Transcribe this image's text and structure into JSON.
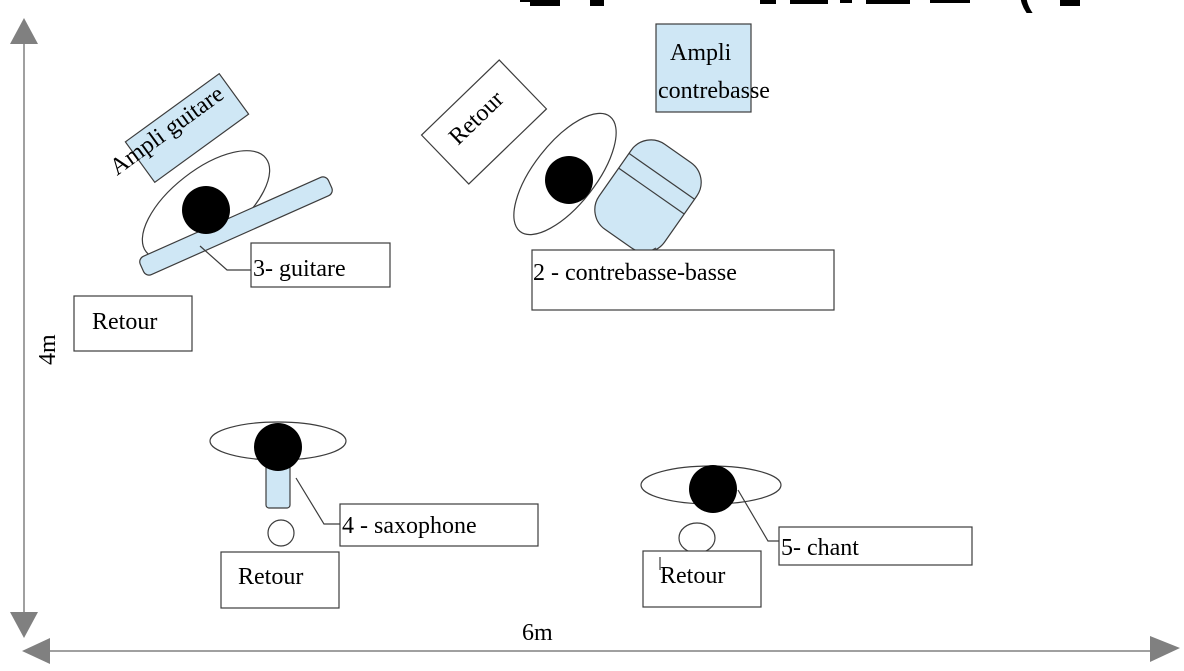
{
  "title_fragment": "(",
  "colors": {
    "equipment_fill": "#cfe7f5",
    "outline": "#3c3c3c",
    "axis": "#808080",
    "musician_head": "#000000"
  },
  "axes": {
    "height_label": "4m",
    "width_label": "6m"
  },
  "musicians": [
    {
      "id": "guitare",
      "label": "3- guitare"
    },
    {
      "id": "contrebasse",
      "label": "2 - contrebasse-basse"
    },
    {
      "id": "saxophone",
      "label": "4 - saxophone"
    },
    {
      "id": "chant",
      "label": "5- chant"
    }
  ],
  "amps": {
    "guitar": "Ampli guitare",
    "bass_line1": "Ampli",
    "bass_line2": "contrebasse"
  },
  "monitors": {
    "guitar_side": "Retour",
    "bass_side": "Retour",
    "sax": "Retour",
    "chant": "Retour"
  }
}
